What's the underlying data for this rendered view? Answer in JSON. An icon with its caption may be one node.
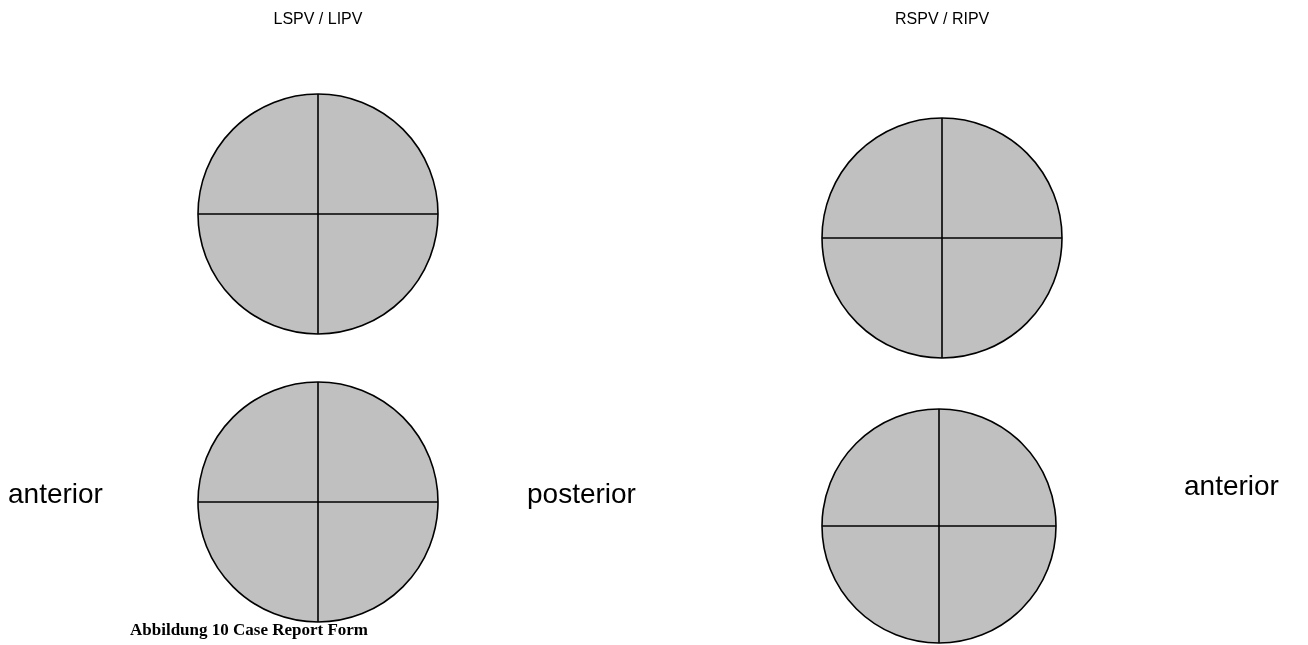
{
  "diagram": {
    "caption": "Abbildung 10 Case Report Form",
    "nodes": [
      {
        "text": [],
        "shape": "circle"
      },
      {
        "text": [],
        "shape": "circle"
      },
      {
        "text": [],
        "shape": "circle"
      },
      {
        "text": [],
        "shape": "circle"
      }
    ],
    "labels": [
      "LSPV / LIPV",
      "RSPV / RIPV",
      "anterior",
      "posterior",
      "anterior"
    ]
  }
}
